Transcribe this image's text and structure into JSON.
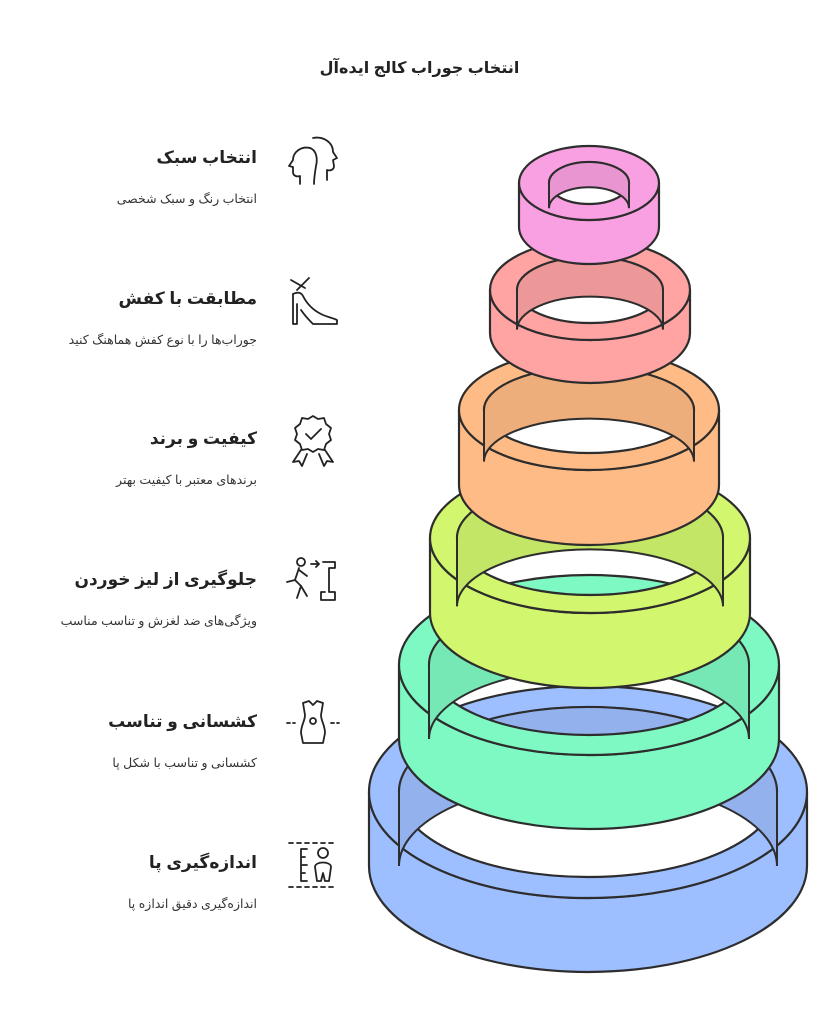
{
  "title": "انتخاب جوراب کالج ایده‌آل",
  "steps": [
    {
      "heading": "انتخاب سبک",
      "description": "انتخاب رنگ و سبک شخصی",
      "icon": "head-profiles-icon",
      "color": "#F9A0E2"
    },
    {
      "heading": "مطابقت با کفش",
      "description": "جوراب‌ها را با نوع کفش هماهنگ کنید",
      "icon": "high-heel-shoe-icon",
      "color": "#FFA3A3"
    },
    {
      "heading": "کیفیت و برند",
      "description": "برندهای معتبر با کیفیت بهتر",
      "icon": "quality-badge-icon",
      "color": "#FFBB85"
    },
    {
      "heading": "جلوگیری از لیز خوردن",
      "description": "ویژگی‌های ضد لغزش و تناسب مناسب",
      "icon": "anti-slip-walking-icon",
      "color": "#D2F76E"
    },
    {
      "heading": "کشسانی و تناسب",
      "description": "کشسانی و تناسب با شکل پا",
      "icon": "stretch-fit-icon",
      "color": "#7FF9C3"
    },
    {
      "heading": "اندازه‌گیری پا",
      "description": "اندازه‌گیری دقیق اندازه پا",
      "icon": "foot-measure-icon",
      "color": "#9DBEFF"
    }
  ]
}
